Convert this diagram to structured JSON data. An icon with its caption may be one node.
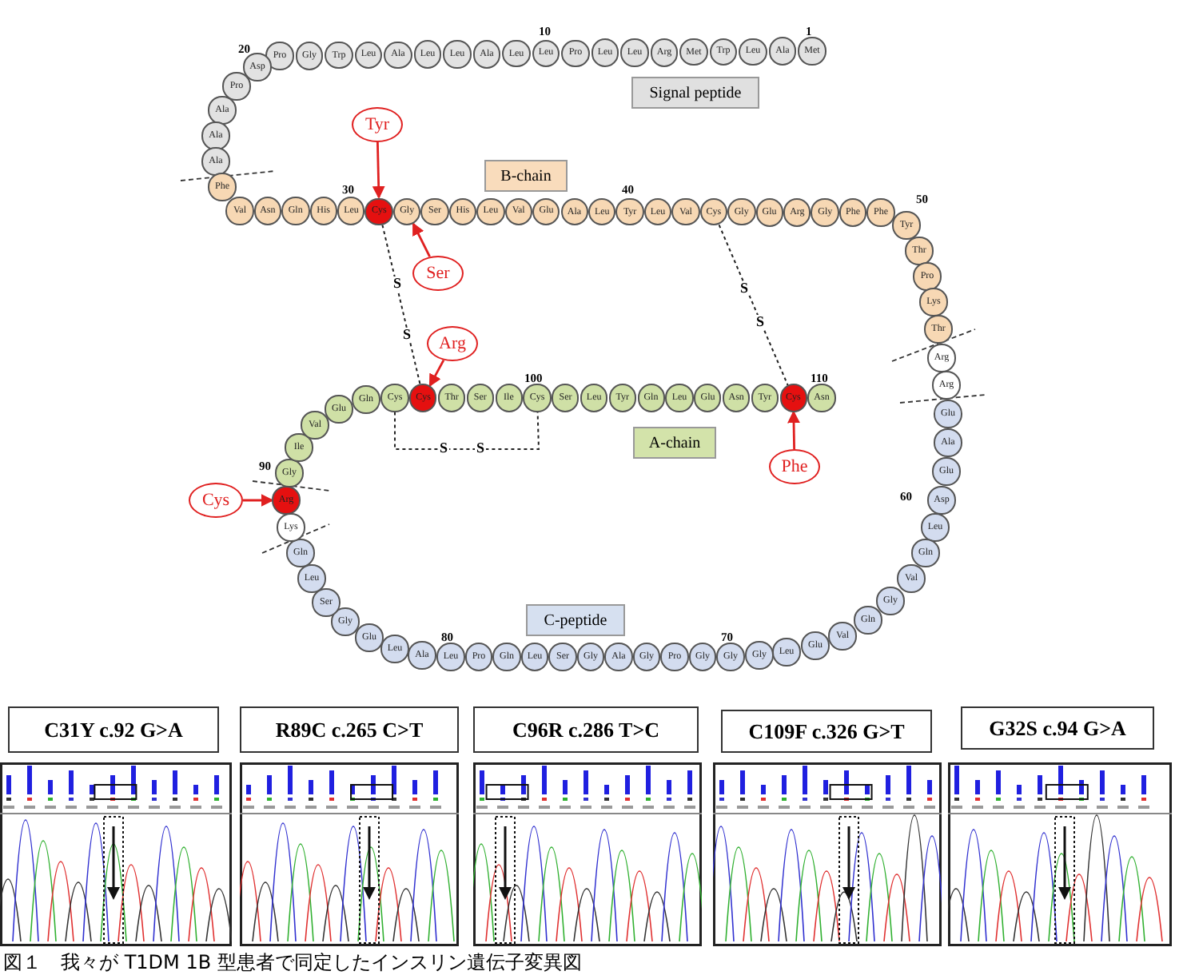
{
  "diagram": {
    "caption": "図１　我々が T1DM 1B 型患者で同定したインスリン遺伝子変異図",
    "nodes": [
      {
        "text": [
          "Met"
        ],
        "beside": [
          "1"
        ]
      },
      {
        "text": [
          "Ala"
        ]
      },
      {
        "text": [
          "Leu"
        ]
      },
      {
        "text": [
          "Trp"
        ]
      },
      {
        "text": [
          "Met"
        ]
      },
      {
        "text": [
          "Arg"
        ]
      },
      {
        "text": [
          "Leu"
        ]
      },
      {
        "text": [
          "Leu"
        ]
      },
      {
        "text": [
          "Pro"
        ]
      },
      {
        "text": [
          "Leu"
        ],
        "beside": [
          "10"
        ]
      },
      {
        "text": [
          "Leu"
        ]
      },
      {
        "text": [
          "Ala"
        ]
      },
      {
        "text": [
          "Leu"
        ]
      },
      {
        "text": [
          "Leu"
        ]
      },
      {
        "text": [
          "Ala"
        ]
      },
      {
        "text": [
          "Leu"
        ]
      },
      {
        "text": [
          "Trp"
        ]
      },
      {
        "text": [
          "Gly"
        ]
      },
      {
        "text": [
          "Pro"
        ]
      },
      {
        "text": [
          "Asp"
        ],
        "beside": [
          "20"
        ]
      },
      {
        "text": [
          "Pro"
        ]
      },
      {
        "text": [
          "Ala"
        ]
      },
      {
        "text": [
          "Ala"
        ]
      },
      {
        "text": [
          "Ala"
        ]
      },
      {
        "text": [
          "Phe"
        ]
      },
      {
        "text": [
          "Val"
        ]
      },
      {
        "text": [
          "Asn"
        ]
      },
      {
        "text": [
          "Gln"
        ]
      },
      {
        "text": [
          "His"
        ]
      },
      {
        "text": [
          "Leu"
        ],
        "beside": [
          "30"
        ]
      },
      {
        "text": [
          "Cys"
        ]
      },
      {
        "text": [
          "Gly"
        ]
      },
      {
        "text": [
          "Ser"
        ]
      },
      {
        "text": [
          "His"
        ]
      },
      {
        "text": [
          "Leu"
        ]
      },
      {
        "text": [
          "Val"
        ]
      },
      {
        "text": [
          "Glu"
        ]
      },
      {
        "text": [
          "Ala"
        ]
      },
      {
        "text": [
          "Leu"
        ]
      },
      {
        "text": [
          "Tyr"
        ],
        "beside": [
          "40"
        ]
      },
      {
        "text": [
          "Leu"
        ]
      },
      {
        "text": [
          "Val"
        ]
      },
      {
        "text": [
          "Cys"
        ]
      },
      {
        "text": [
          "Gly"
        ]
      },
      {
        "text": [
          "Glu"
        ]
      },
      {
        "text": [
          "Arg"
        ]
      },
      {
        "text": [
          "Gly"
        ]
      },
      {
        "text": [
          "Phe"
        ]
      },
      {
        "text": [
          "Phe"
        ]
      },
      {
        "text": [
          "Tyr"
        ],
        "beside": [
          "50"
        ]
      },
      {
        "text": [
          "Thr"
        ]
      },
      {
        "text": [
          "Pro"
        ]
      },
      {
        "text": [
          "Lys"
        ]
      },
      {
        "text": [
          "Thr"
        ]
      },
      {
        "text": [
          "Arg"
        ]
      },
      {
        "text": [
          "Arg"
        ]
      },
      {
        "text": [
          "Glu"
        ]
      },
      {
        "text": [
          "Ala"
        ]
      },
      {
        "text": [
          "Glu"
        ]
      },
      {
        "text": [
          "Asp"
        ],
        "beside": [
          "60"
        ]
      },
      {
        "text": [
          "Leu"
        ]
      },
      {
        "text": [
          "Gln"
        ]
      },
      {
        "text": [
          "Val"
        ]
      },
      {
        "text": [
          "Gly"
        ]
      },
      {
        "text": [
          "Gln"
        ]
      },
      {
        "text": [
          "Val"
        ]
      },
      {
        "text": [
          "Glu"
        ]
      },
      {
        "text": [
          "Leu"
        ]
      },
      {
        "text": [
          "Gly"
        ]
      },
      {
        "text": [
          "Gly"
        ],
        "beside": [
          "70"
        ]
      },
      {
        "text": [
          "Gly"
        ]
      },
      {
        "text": [
          "Pro"
        ]
      },
      {
        "text": [
          "Gly"
        ]
      },
      {
        "text": [
          "Ala"
        ]
      },
      {
        "text": [
          "Gly"
        ]
      },
      {
        "text": [
          "Ser"
        ]
      },
      {
        "text": [
          "Leu"
        ]
      },
      {
        "text": [
          "Gln"
        ]
      },
      {
        "text": [
          "Pro"
        ]
      },
      {
        "text": [
          "Leu"
        ],
        "beside": [
          "80"
        ]
      },
      {
        "text": [
          "Ala"
        ]
      },
      {
        "text": [
          "Leu"
        ]
      },
      {
        "text": [
          "Glu"
        ]
      },
      {
        "text": [
          "Gly"
        ]
      },
      {
        "text": [
          "Ser"
        ]
      },
      {
        "text": [
          "Leu"
        ]
      },
      {
        "text": [
          "Gln"
        ]
      },
      {
        "text": [
          "Lys"
        ]
      },
      {
        "text": [
          "Arg"
        ]
      },
      {
        "text": [
          "Gly"
        ],
        "beside": [
          "90"
        ]
      },
      {
        "text": [
          "Ile"
        ]
      },
      {
        "text": [
          "Val"
        ]
      },
      {
        "text": [
          "Glu"
        ]
      },
      {
        "text": [
          "Gln"
        ]
      },
      {
        "text": [
          "Cys"
        ]
      },
      {
        "text": [
          "Cys"
        ]
      },
      {
        "text": [
          "Thr"
        ]
      },
      {
        "text": [
          "Ser"
        ]
      },
      {
        "text": [
          "Ile"
        ]
      },
      {
        "text": [
          "Cys"
        ],
        "beside": [
          "100"
        ]
      },
      {
        "text": [
          "Ser"
        ]
      },
      {
        "text": [
          "Leu"
        ]
      },
      {
        "text": [
          "Tyr"
        ]
      },
      {
        "text": [
          "Gln"
        ]
      },
      {
        "text": [
          "Leu"
        ]
      },
      {
        "text": [
          "Glu"
        ]
      },
      {
        "text": [
          "Asn"
        ]
      },
      {
        "text": [
          "Tyr"
        ]
      },
      {
        "text": [
          "Cys"
        ]
      },
      {
        "text": [
          "Asn"
        ],
        "beside": [
          "110"
        ]
      },
      {
        "text": [
          "Signal peptide"
        ]
      },
      {
        "text": [
          "B-chain"
        ]
      },
      {
        "text": [
          "A-chain"
        ]
      },
      {
        "text": [
          "C-peptide"
        ]
      },
      {
        "text": [
          "Tyr"
        ]
      },
      {
        "text": [
          "Ser"
        ]
      },
      {
        "text": [
          "Arg"
        ]
      },
      {
        "text": [
          "Cys"
        ]
      },
      {
        "text": [
          "Phe"
        ]
      },
      {
        "text": [
          "C31Y c.92 G>A"
        ]
      },
      {
        "text": [
          "R89C c.265 C>T"
        ]
      },
      {
        "text": [
          "C96R c.286 T>C"
        ]
      },
      {
        "text": [
          "C109F c.326 G>T"
        ]
      },
      {
        "text": [
          "G32S c.94 G>A"
        ]
      }
    ],
    "edges": [
      {
        "from": 114,
        "to": 30,
        "arrow": "to",
        "color": "#e02020"
      },
      {
        "from": 115,
        "to": 31,
        "arrow": "to",
        "color": "#e02020"
      },
      {
        "from": 116,
        "to": 95,
        "arrow": "to",
        "color": "#e02020"
      },
      {
        "from": 117,
        "to": 88,
        "arrow": "to",
        "color": "#e02020"
      },
      {
        "from": 118,
        "to": 108,
        "arrow": "to",
        "color": "#e02020"
      },
      {
        "from": 30,
        "to": 95,
        "arrow": "none",
        "style": "dashed",
        "color": "#222222"
      },
      {
        "from": 42,
        "to": 108,
        "arrow": "none",
        "style": "dashed",
        "color": "#222222"
      },
      {
        "from": 94,
        "to": 99,
        "arrow": "none",
        "style": "dashed",
        "color": "#222222"
      }
    ],
    "labels": [
      "S",
      "S",
      "S",
      "S",
      "S",
      "S"
    ]
  }
}
